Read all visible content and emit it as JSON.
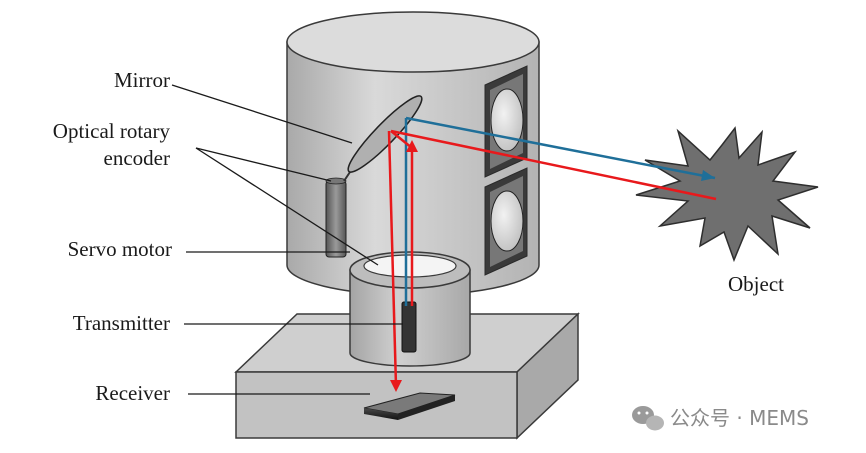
{
  "labels": {
    "mirror": "Mirror",
    "encoder_line1": "Optical rotary",
    "encoder_line2": "encoder",
    "servo": "Servo motor",
    "transmitter": "Transmitter",
    "receiver": "Receiver",
    "object": "Object"
  },
  "watermark": {
    "text": "公众号 · MEMS",
    "icon": "wechat-icon"
  },
  "colors": {
    "transmit_beam": "#e8191c",
    "receive_beam": "#1f6f99",
    "housing_fill": "#c9c9c9",
    "object_fill": "#6f6f6f"
  }
}
